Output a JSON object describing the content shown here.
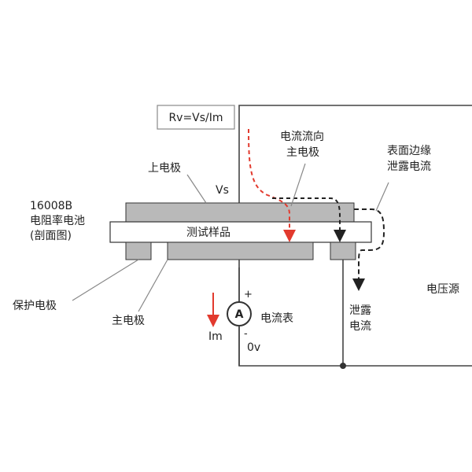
{
  "formula": "Rv=Vs/Im",
  "model": "16008B",
  "cell_name": "电阻率电池",
  "cell_note": "(剖面图)",
  "top_electrode": "上电极",
  "vs": "Vs",
  "flow_line1": "电流流向",
  "flow_line2": "主电极",
  "edge_line1": "表面边缘",
  "edge_line2": "泄露电流",
  "sample": "测试样品",
  "guard_electrode": "保护电极",
  "main_electrode": "主电极",
  "ammeter_symbol": "A",
  "ammeter": "电流表",
  "im": "Im",
  "plus": "+",
  "minus": "-",
  "zero_v": "0v",
  "leak_line1": "泄露",
  "leak_line2": "电流",
  "source": "电压源",
  "colors": {
    "electrode": "#b9b9b9",
    "line": "#444444",
    "red": "#e23a2e",
    "frame": "#333333"
  }
}
